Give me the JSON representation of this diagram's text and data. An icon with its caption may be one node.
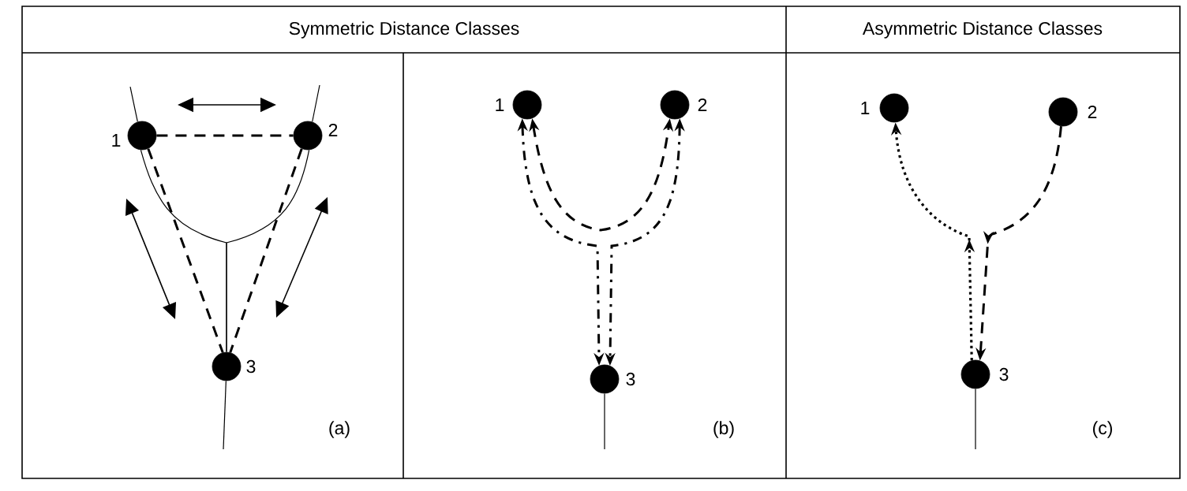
{
  "diagram": {
    "nodes": [
      {
        "text": [],
        "shape": "circle",
        "beside": [
          "1"
        ]
      },
      {
        "text": [],
        "shape": "circle",
        "beside": [
          "2"
        ]
      },
      {
        "text": [],
        "shape": "circle",
        "beside": [
          "3"
        ]
      },
      {
        "text": [],
        "shape": "circle",
        "beside": [
          "1"
        ]
      },
      {
        "text": [],
        "shape": "circle",
        "beside": [
          "2"
        ]
      },
      {
        "text": [],
        "shape": "circle",
        "beside": [
          "3"
        ]
      },
      {
        "text": [],
        "shape": "circle",
        "beside": [
          "1"
        ]
      },
      {
        "text": [],
        "shape": "circle",
        "beside": [
          "2"
        ]
      },
      {
        "text": [],
        "shape": "circle",
        "beside": [
          "3"
        ]
      }
    ],
    "edges": [
      {
        "from": 0,
        "to": 1,
        "arrow": "none",
        "style": "dashed"
      },
      {
        "from": 0,
        "to": 2,
        "arrow": "none",
        "style": "dashed"
      },
      {
        "from": 1,
        "to": 2,
        "arrow": "none",
        "style": "dashed"
      },
      {
        "from": 0,
        "to": 2,
        "arrow": "none"
      },
      {
        "from": 1,
        "to": 2,
        "arrow": "none"
      },
      {
        "from": null,
        "to": 0,
        "arrow": "none"
      },
      {
        "from": null,
        "to": 1,
        "arrow": "none"
      },
      {
        "from": 2,
        "to": null,
        "arrow": "none"
      },
      {
        "from": 3,
        "to": 4,
        "arrow": "both",
        "style": "dashed"
      },
      {
        "from": 3,
        "to": 5,
        "arrow": "both",
        "style": "dashed"
      },
      {
        "from": 4,
        "to": 5,
        "arrow": "both",
        "style": "dashed"
      },
      {
        "from": 5,
        "to": null,
        "arrow": "none"
      },
      {
        "from": 8,
        "to": 6,
        "arrow": "to",
        "style": "dashed"
      },
      {
        "from": 7,
        "to": 8,
        "arrow": "to",
        "style": "dashed"
      },
      {
        "from": 8,
        "to": null,
        "arrow": "none"
      }
    ],
    "labels": [
      "Symmetric Distance Classes",
      "Asymmetric Distance Classes",
      "(a)",
      "(b)",
      "(c)"
    ]
  }
}
